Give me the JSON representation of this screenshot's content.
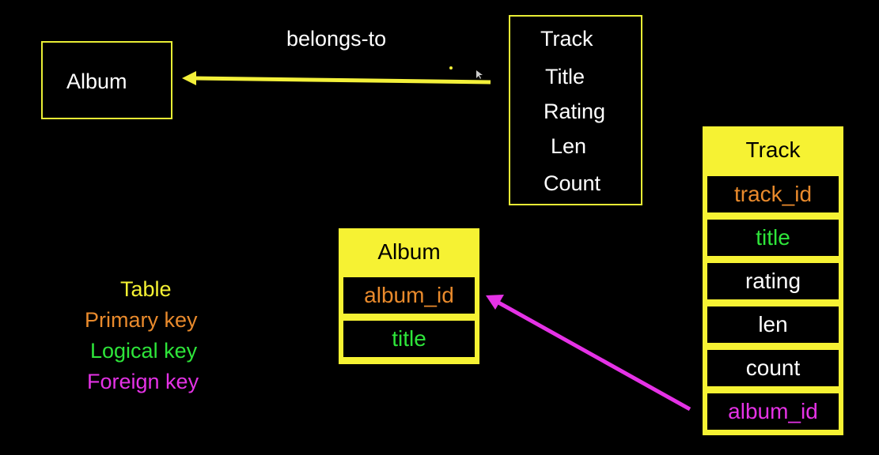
{
  "top_diagram": {
    "album_label": "Album",
    "relation_label": "belongs-to",
    "track_fields": [
      "Track",
      "Title",
      "Rating",
      "Len",
      "Count"
    ]
  },
  "legend": {
    "table": "Table",
    "primary_key": "Primary key",
    "logical_key": "Logical key",
    "foreign_key": "Foreign key"
  },
  "album_table": {
    "name": "Album",
    "columns": [
      "album_id",
      "title"
    ]
  },
  "track_table": {
    "name": "Track",
    "columns": [
      "track_id",
      "title",
      "rating",
      "len",
      "count",
      "album_id"
    ]
  },
  "colors": {
    "table": "#f6f233",
    "primary_key": "#e98a2c",
    "logical_key": "#2ee53a",
    "foreign_key": "#e532e6",
    "arrow_belongs": "#f3f03a"
  }
}
